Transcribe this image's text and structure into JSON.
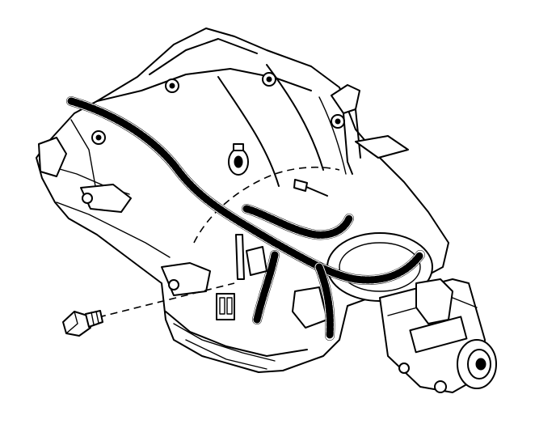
{
  "figure": {
    "description_visible_text": "",
    "colors": {
      "line": "#000000",
      "background": "#ffffff"
    },
    "parts": [
      {
        "id": "transmission-case",
        "icon": "transmission-case"
      },
      {
        "id": "tail-housing",
        "icon": "output-shaft-housing"
      },
      {
        "id": "wiring-harness",
        "icon": "corrugated-loom"
      },
      {
        "id": "harness-clip-bracket",
        "icon": "bracket"
      },
      {
        "id": "retaining-bolt",
        "icon": "bolt"
      }
    ]
  }
}
